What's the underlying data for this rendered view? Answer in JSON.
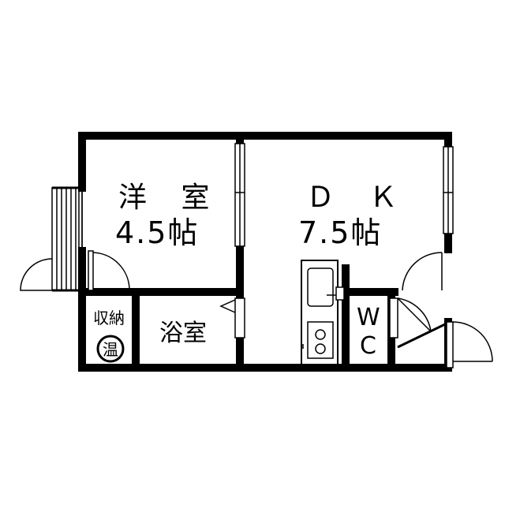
{
  "rooms": {
    "western_room": {
      "name": "洋 室",
      "size": "4.5帖"
    },
    "dining_kitchen": {
      "name": "Ｄ Ｋ",
      "size": "7.5帖"
    },
    "bathroom": {
      "name": "浴室"
    },
    "storage": {
      "name": "収納"
    },
    "water_heater": {
      "name": "温"
    },
    "toilet": {
      "name_line1": "W",
      "name_line2": "C"
    }
  },
  "colors": {
    "wall": "#000000",
    "background": "#ffffff"
  }
}
